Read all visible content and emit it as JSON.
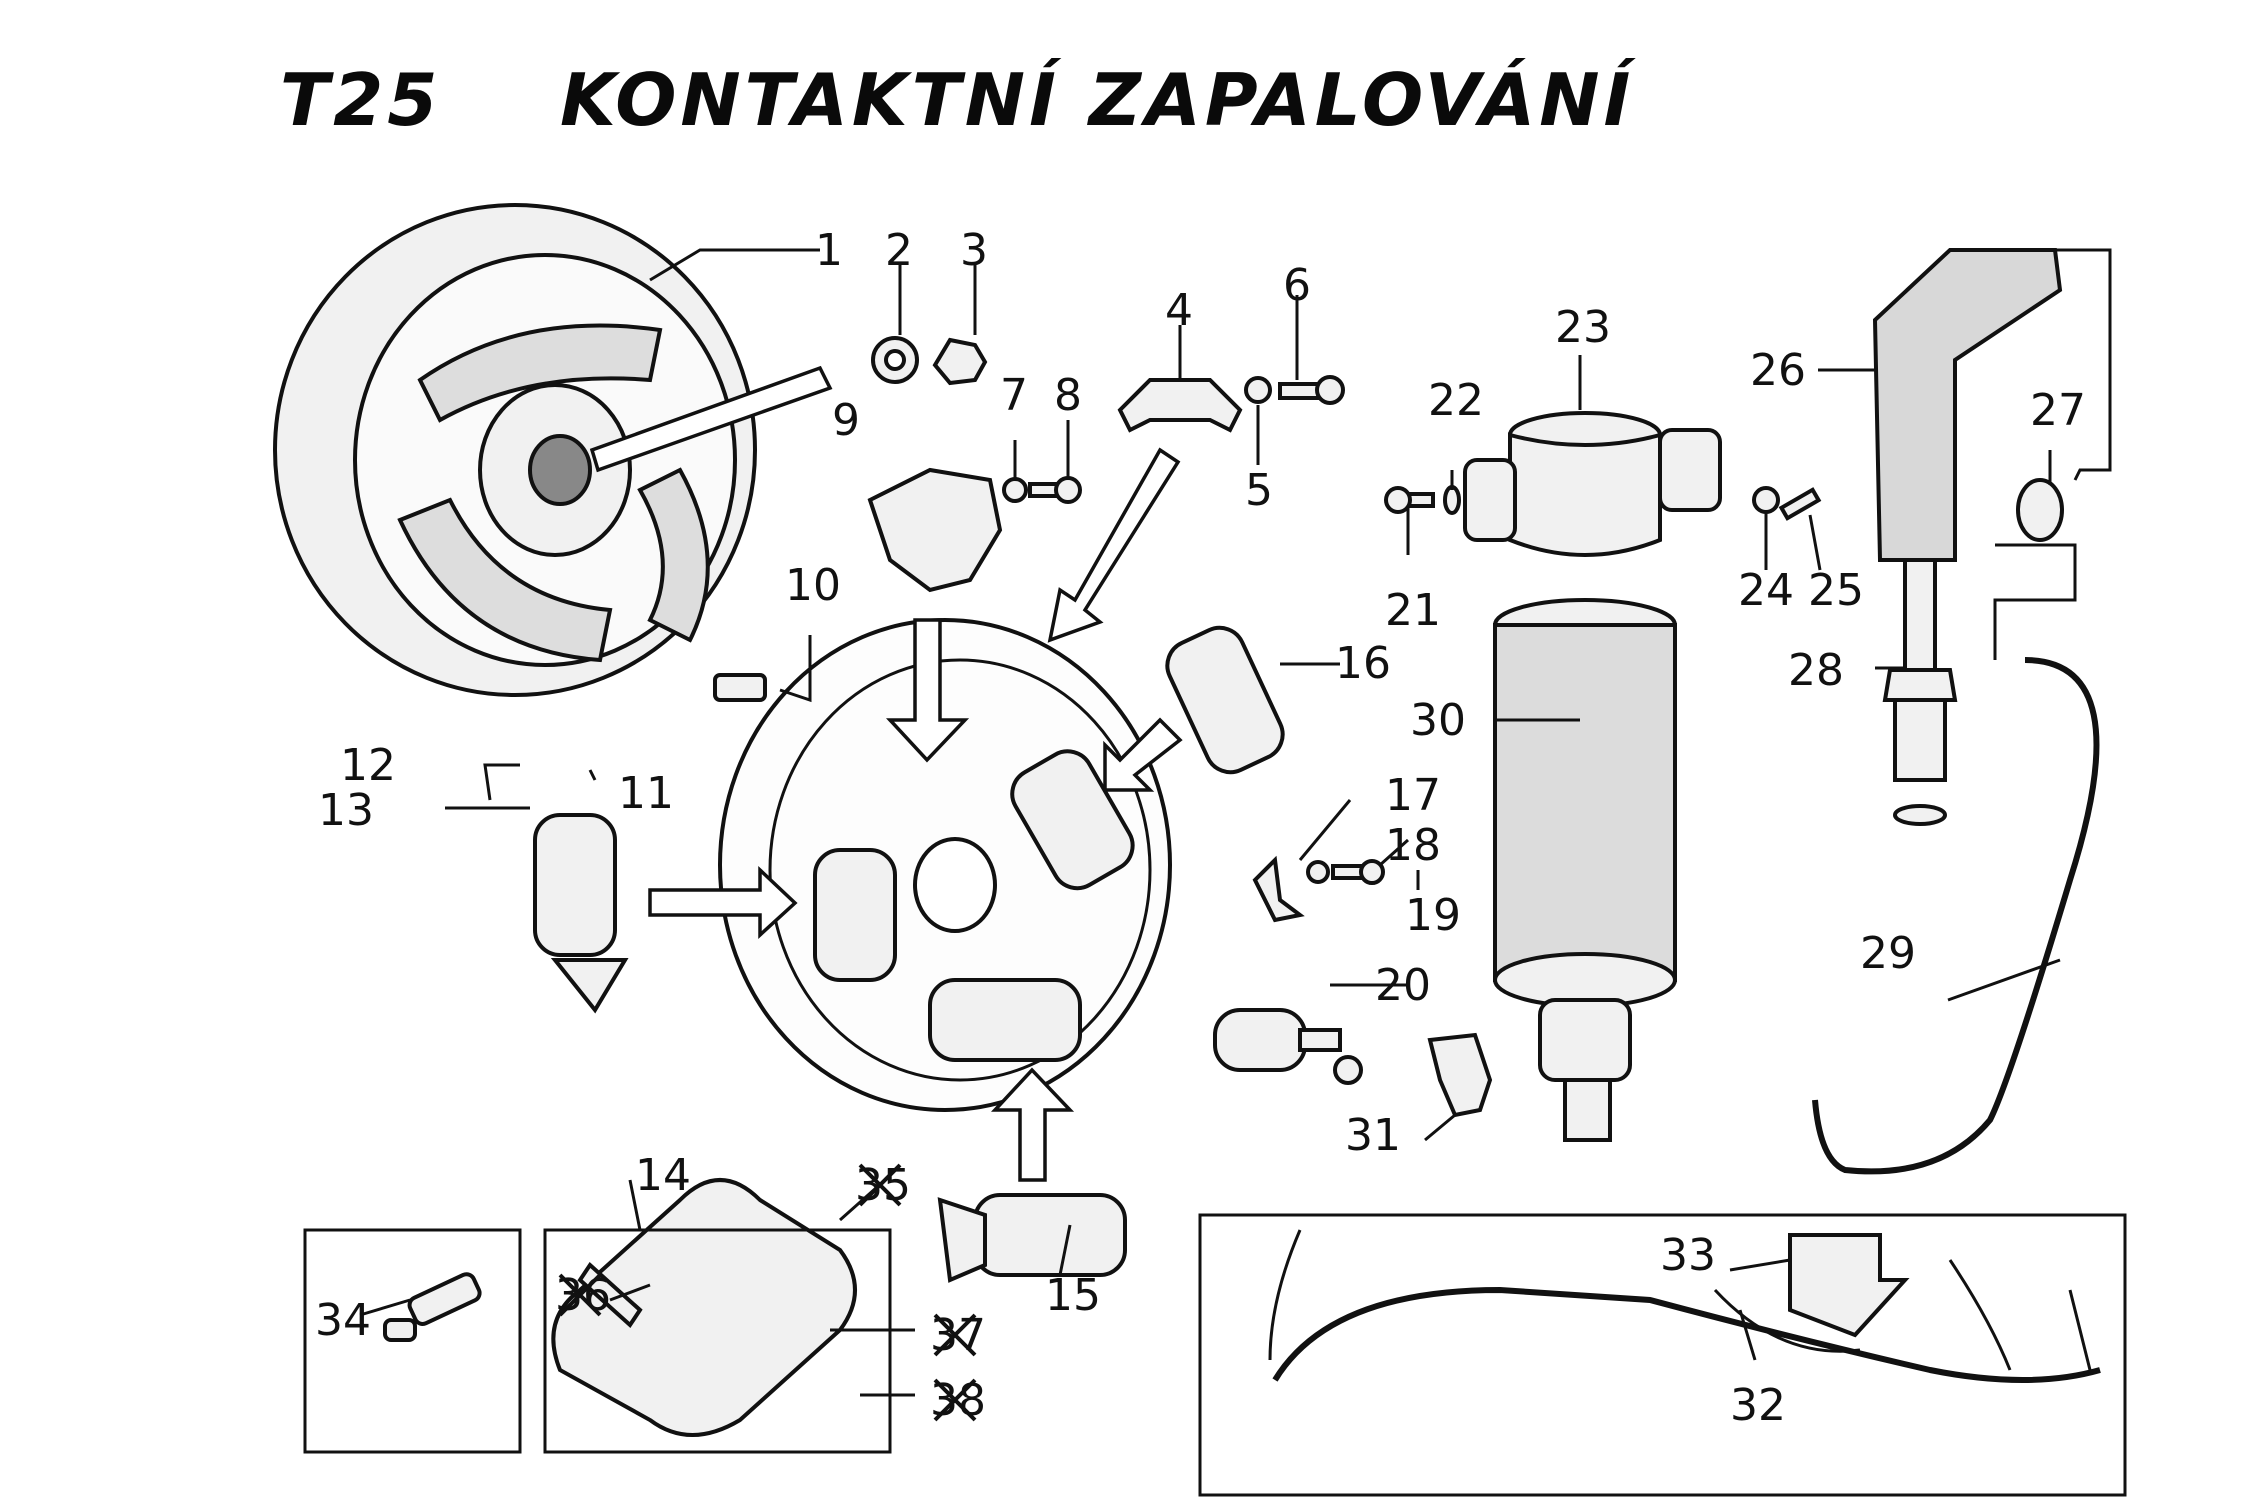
{
  "title": {
    "model": "T25",
    "name": "KONTAKTNÍ ZAPALOVÁNÍ"
  },
  "callouts": [
    {
      "id": "1",
      "label": "1"
    },
    {
      "id": "2",
      "label": "2"
    },
    {
      "id": "3",
      "label": "3"
    },
    {
      "id": "4",
      "label": "4"
    },
    {
      "id": "5",
      "label": "5"
    },
    {
      "id": "6",
      "label": "6"
    },
    {
      "id": "7",
      "label": "7"
    },
    {
      "id": "8",
      "label": "8"
    },
    {
      "id": "9",
      "label": "9"
    },
    {
      "id": "10",
      "label": "10"
    },
    {
      "id": "11",
      "label": "11"
    },
    {
      "id": "12",
      "label": "12"
    },
    {
      "id": "13",
      "label": "13"
    },
    {
      "id": "14",
      "label": "14"
    },
    {
      "id": "15",
      "label": "15"
    },
    {
      "id": "16",
      "label": "16"
    },
    {
      "id": "17",
      "label": "17"
    },
    {
      "id": "18",
      "label": "18"
    },
    {
      "id": "19",
      "label": "19"
    },
    {
      "id": "20",
      "label": "20"
    },
    {
      "id": "21",
      "label": "21"
    },
    {
      "id": "22",
      "label": "22"
    },
    {
      "id": "23",
      "label": "23"
    },
    {
      "id": "24",
      "label": "24"
    },
    {
      "id": "25",
      "label": "25"
    },
    {
      "id": "26",
      "label": "26"
    },
    {
      "id": "27",
      "label": "27"
    },
    {
      "id": "28",
      "label": "28"
    },
    {
      "id": "29",
      "label": "29"
    },
    {
      "id": "30",
      "label": "30"
    },
    {
      "id": "31",
      "label": "31"
    },
    {
      "id": "32",
      "label": "32"
    },
    {
      "id": "33",
      "label": "33"
    },
    {
      "id": "34",
      "label": "34"
    },
    {
      "id": "35",
      "label": "35",
      "crossed": true
    },
    {
      "id": "36",
      "label": "36",
      "crossed": true
    },
    {
      "id": "37",
      "label": "37",
      "crossed": true
    },
    {
      "id": "38",
      "label": "38",
      "crossed": true
    }
  ]
}
